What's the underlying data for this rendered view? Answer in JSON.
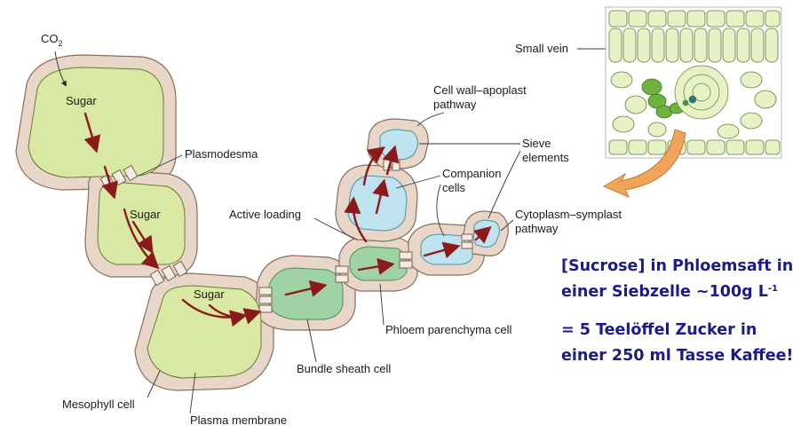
{
  "labels": {
    "co2_main": "CO",
    "co2_sub": "2",
    "sugar_1": "Sugar",
    "sugar_2": "Sugar",
    "sugar_3": "Sugar",
    "plasmodesma": "Plasmodesma",
    "active_loading": "Active loading",
    "cell_wall_line1": "Cell wall–apoplast",
    "cell_wall_line2": "pathway",
    "sieve_line1": "Sieve",
    "sieve_line2": "elements",
    "companion_line1": "Companion",
    "companion_line2": "cells",
    "cytoplasm_line1": "Cytoplasm–symplast",
    "cytoplasm_line2": "pathway",
    "phloem_parenchyma": "Phloem parenchyma cell",
    "bundle_sheath": "Bundle sheath cell",
    "mesophyll": "Mesophyll cell",
    "plasma_membrane": "Plasma membrane",
    "small_vein": "Small vein"
  },
  "note": {
    "line1": "[Sucrose] in Phloemsaft in",
    "line2_text": "einer Siebzelle ~100g L",
    "line2_sup": "-1",
    "line3": "= 5 Teelöffel Zucker in",
    "line4": "einer 250 ml Tasse Kaffee!"
  },
  "colors": {
    "cell_wall": "#e8d6c8",
    "cell_wall_stroke": "#8a6e5e",
    "mesophyll_fill": "#d9e9a4",
    "bundle_sheath_fill": "#9fd3a6",
    "sieve_fill": "#bfe3ee",
    "arrow": "#8b1a1a",
    "orange_arrow": "#f0a45a",
    "note_text": "#1b1b8c"
  }
}
